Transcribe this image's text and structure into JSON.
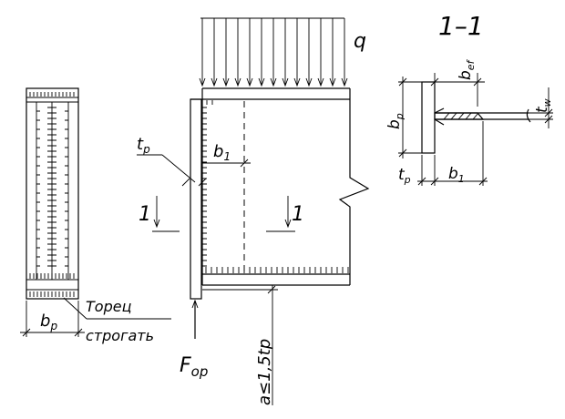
{
  "labels": {
    "load": "q",
    "section_title": "1–1",
    "tp_left": "t",
    "tp_left_sub": "p",
    "b1_elev": "b",
    "b1_elev_sub": "1",
    "section_mark": "1",
    "bp_section": "b",
    "bp_section_sub": "p",
    "bef": "b",
    "bef_sub": "ef",
    "tw": "t",
    "tw_sub": "w",
    "tp_section": "t",
    "tp_section_sub": "p",
    "b1_section": "b",
    "b1_section_sub": "1",
    "bp_side": "b",
    "bp_side_sub": "p",
    "note_line1": "Торец",
    "note_line2": "строгать",
    "force": "F",
    "force_sub": "op",
    "a_limit": "a≤1,5tp"
  }
}
